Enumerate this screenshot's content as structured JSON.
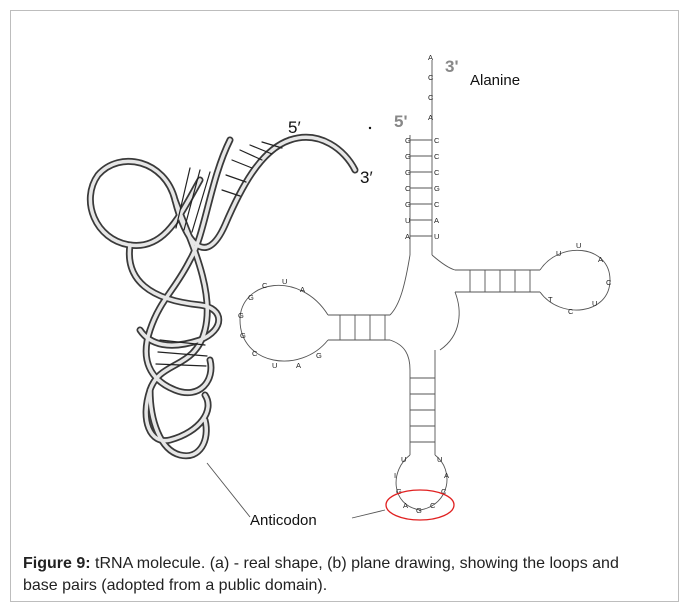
{
  "figure": {
    "label_5p_3d": "5′",
    "label_3p_3d": "3′",
    "label_3p_plane": "3'",
    "label_5p_plane": "5'",
    "amino_acid": "Alanine",
    "anticodon_label": "Anticodon",
    "acceptor_top": [
      "A",
      "C",
      "C",
      "A"
    ],
    "acceptor_left": [
      "G",
      "G",
      "G",
      "C",
      "G",
      "U",
      "A"
    ],
    "acceptor_right": [
      "C",
      "C",
      "C",
      "G",
      "C",
      "A",
      "U"
    ],
    "d_loop": [
      "A",
      "U",
      "C",
      "G",
      "G",
      "G",
      "C",
      "U",
      "A",
      "G"
    ],
    "anticodon_loop": [
      "U",
      "I",
      "G",
      "C",
      "A",
      "U",
      "C"
    ],
    "t_loop": [
      "U",
      "U",
      "A",
      "C",
      "U",
      "C",
      "T"
    ],
    "anticodon_triplet": [
      "A",
      "G",
      "C"
    ],
    "highlight_color": "#e02020"
  },
  "caption": {
    "label": "Figure 9:",
    "text": " tRNA molecule. (a) - real shape, (b) plane drawing, showing the loops and base pairs (adopted from a public domain)."
  }
}
